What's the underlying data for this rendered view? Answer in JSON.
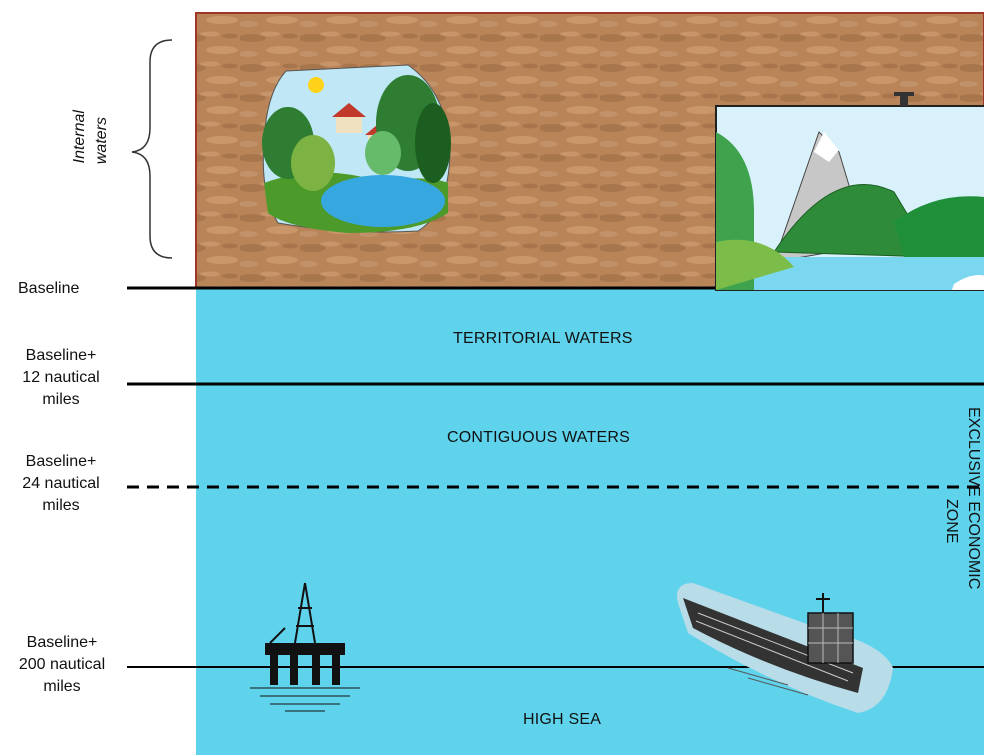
{
  "labels": {
    "internal_waters_line1": "Internal",
    "internal_waters_line2": "waters",
    "baseline": "Baseline",
    "baseline_12_line1": "Baseline+",
    "baseline_12_line2": "12 nautical",
    "baseline_12_line3": "miles",
    "baseline_24_line1": "Baseline+",
    "baseline_24_line2": "24 nautical",
    "baseline_24_line3": "miles",
    "baseline_200_line1": "Baseline+",
    "baseline_200_line2": "200 nautical",
    "baseline_200_line3": "miles"
  },
  "zones": {
    "territorial": "TERRITORIAL WATERS",
    "contiguous": "CONTIGUOUS WATERS",
    "eez_line1": "EXCLUSIVE ECONOMIC",
    "eez_line2": "ZONE",
    "high_sea": "HIGH SEA"
  },
  "colors": {
    "sea": "#5fd3ec",
    "land": "#b98458",
    "land_border": "#a0362a",
    "line": "#000000"
  },
  "icons": {
    "landscape": "lake-landscape-icon",
    "mountains": "mountain-landscape-icon",
    "oil_rig": "oil-rig-icon",
    "ship": "cargo-ship-icon"
  }
}
